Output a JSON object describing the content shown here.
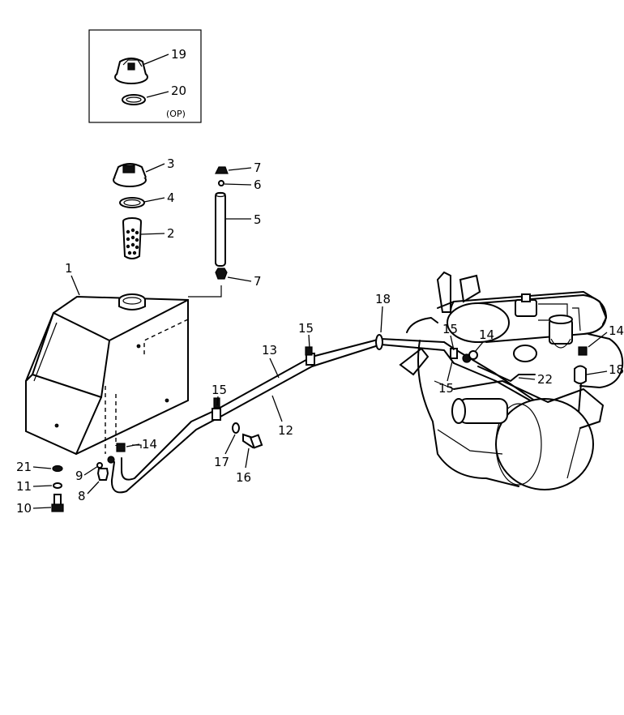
{
  "callouts": {
    "c1": "1",
    "c2": "2",
    "c3": "3",
    "c4": "4",
    "c5": "5",
    "c6": "6",
    "c7a": "7",
    "c7b": "7",
    "c8": "8",
    "c9": "9",
    "c10": "10",
    "c11": "11",
    "c12": "12",
    "c13": "13",
    "c14a": "14",
    "c14b": "14",
    "c14c": "14",
    "c15a": "15",
    "c15b": "15",
    "c15c": "15",
    "c15d": "15",
    "c16": "16",
    "c17": "17",
    "c18a": "18",
    "c18b": "18",
    "c19": "19",
    "c20": "20",
    "c21": "21",
    "c22": "22"
  },
  "inset": {
    "option_label": "(OP)"
  }
}
